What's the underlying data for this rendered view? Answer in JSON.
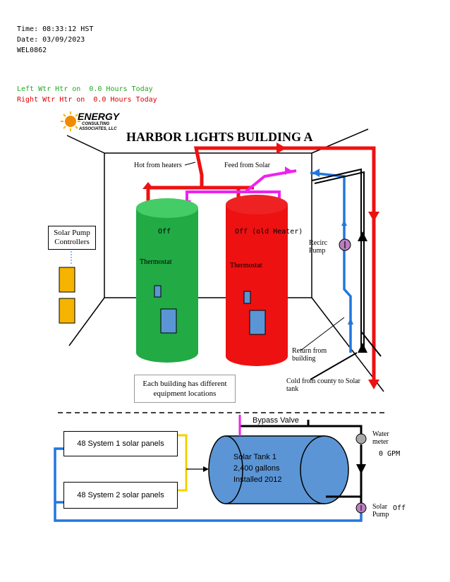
{
  "status": {
    "time": "Time: 08:33:12 HST",
    "date": "Date: 03/09/2023",
    "station": "WEL0862",
    "left_heater": "Left Wtr Htr on  0.0 Hours Today",
    "right_heater": "Right Wtr Htr on  0.0 Hours Today"
  },
  "logo": {
    "name": "ENERGY",
    "line2": "CONSULTING",
    "line3": "ASSOCIATES, LLC"
  },
  "title": "HARBOR LIGHTS BUILDING A",
  "labels": {
    "hot_from_heaters": "Hot from heaters",
    "feed_from_solar": "Feed from Solar",
    "recirc_pump_1": "Recirc",
    "recirc_pump_2": "Pump",
    "return_1": "Return from",
    "return_2": "building",
    "cold_1": "Cold from county to Solar",
    "cold_2": "tank",
    "thermostat_left": "Thermostat",
    "thermostat_right": "Thermostat",
    "solar_pump_controllers_1": "Solar Pump",
    "solar_pump_controllers_2": "Controllers",
    "building_note_1": "Each building has different",
    "building_note_2": "equipment locations",
    "bypass_valve": "Bypass Valve",
    "water_meter_1": "Water",
    "water_meter_2": "meter",
    "solar_pump_1": "Solar",
    "solar_pump_2": "Pump"
  },
  "heaters": {
    "left_status": "Off",
    "right_status": "Off (old Heater)"
  },
  "panels": {
    "system1": "48 System 1 solar panels",
    "system2": "48 System 2 solar panels"
  },
  "tank": {
    "line1": "Solar Tank 1",
    "line2": "2,400 gallons",
    "line3": "Installed 2012"
  },
  "readouts": {
    "flow": "0 GPM",
    "solar_pump_status": "Off"
  },
  "colors": {
    "left_heater_text": "#22aa22",
    "right_heater_text": "#dd0000",
    "hot_pipe": "#ee1111",
    "solar_feed_pipe": "#ee22ee",
    "recirc_pipe": "#2277dd",
    "green_tank": "#22aa44",
    "red_tank": "#ee1111",
    "solar_tank": "#5b95d5",
    "controller": "#f5b400"
  }
}
